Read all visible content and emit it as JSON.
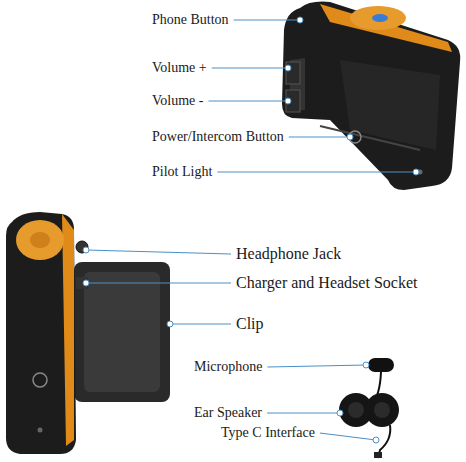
{
  "diagram": {
    "labels": [
      "Phone Button",
      "Volume +",
      "Volume -",
      "Power/Intercom Button",
      "Pilot Light",
      "Headphone Jack",
      "Charger and Headset Socket",
      "Clip",
      "Microphone",
      "Ear Speaker",
      "Type C Interface"
    ]
  }
}
